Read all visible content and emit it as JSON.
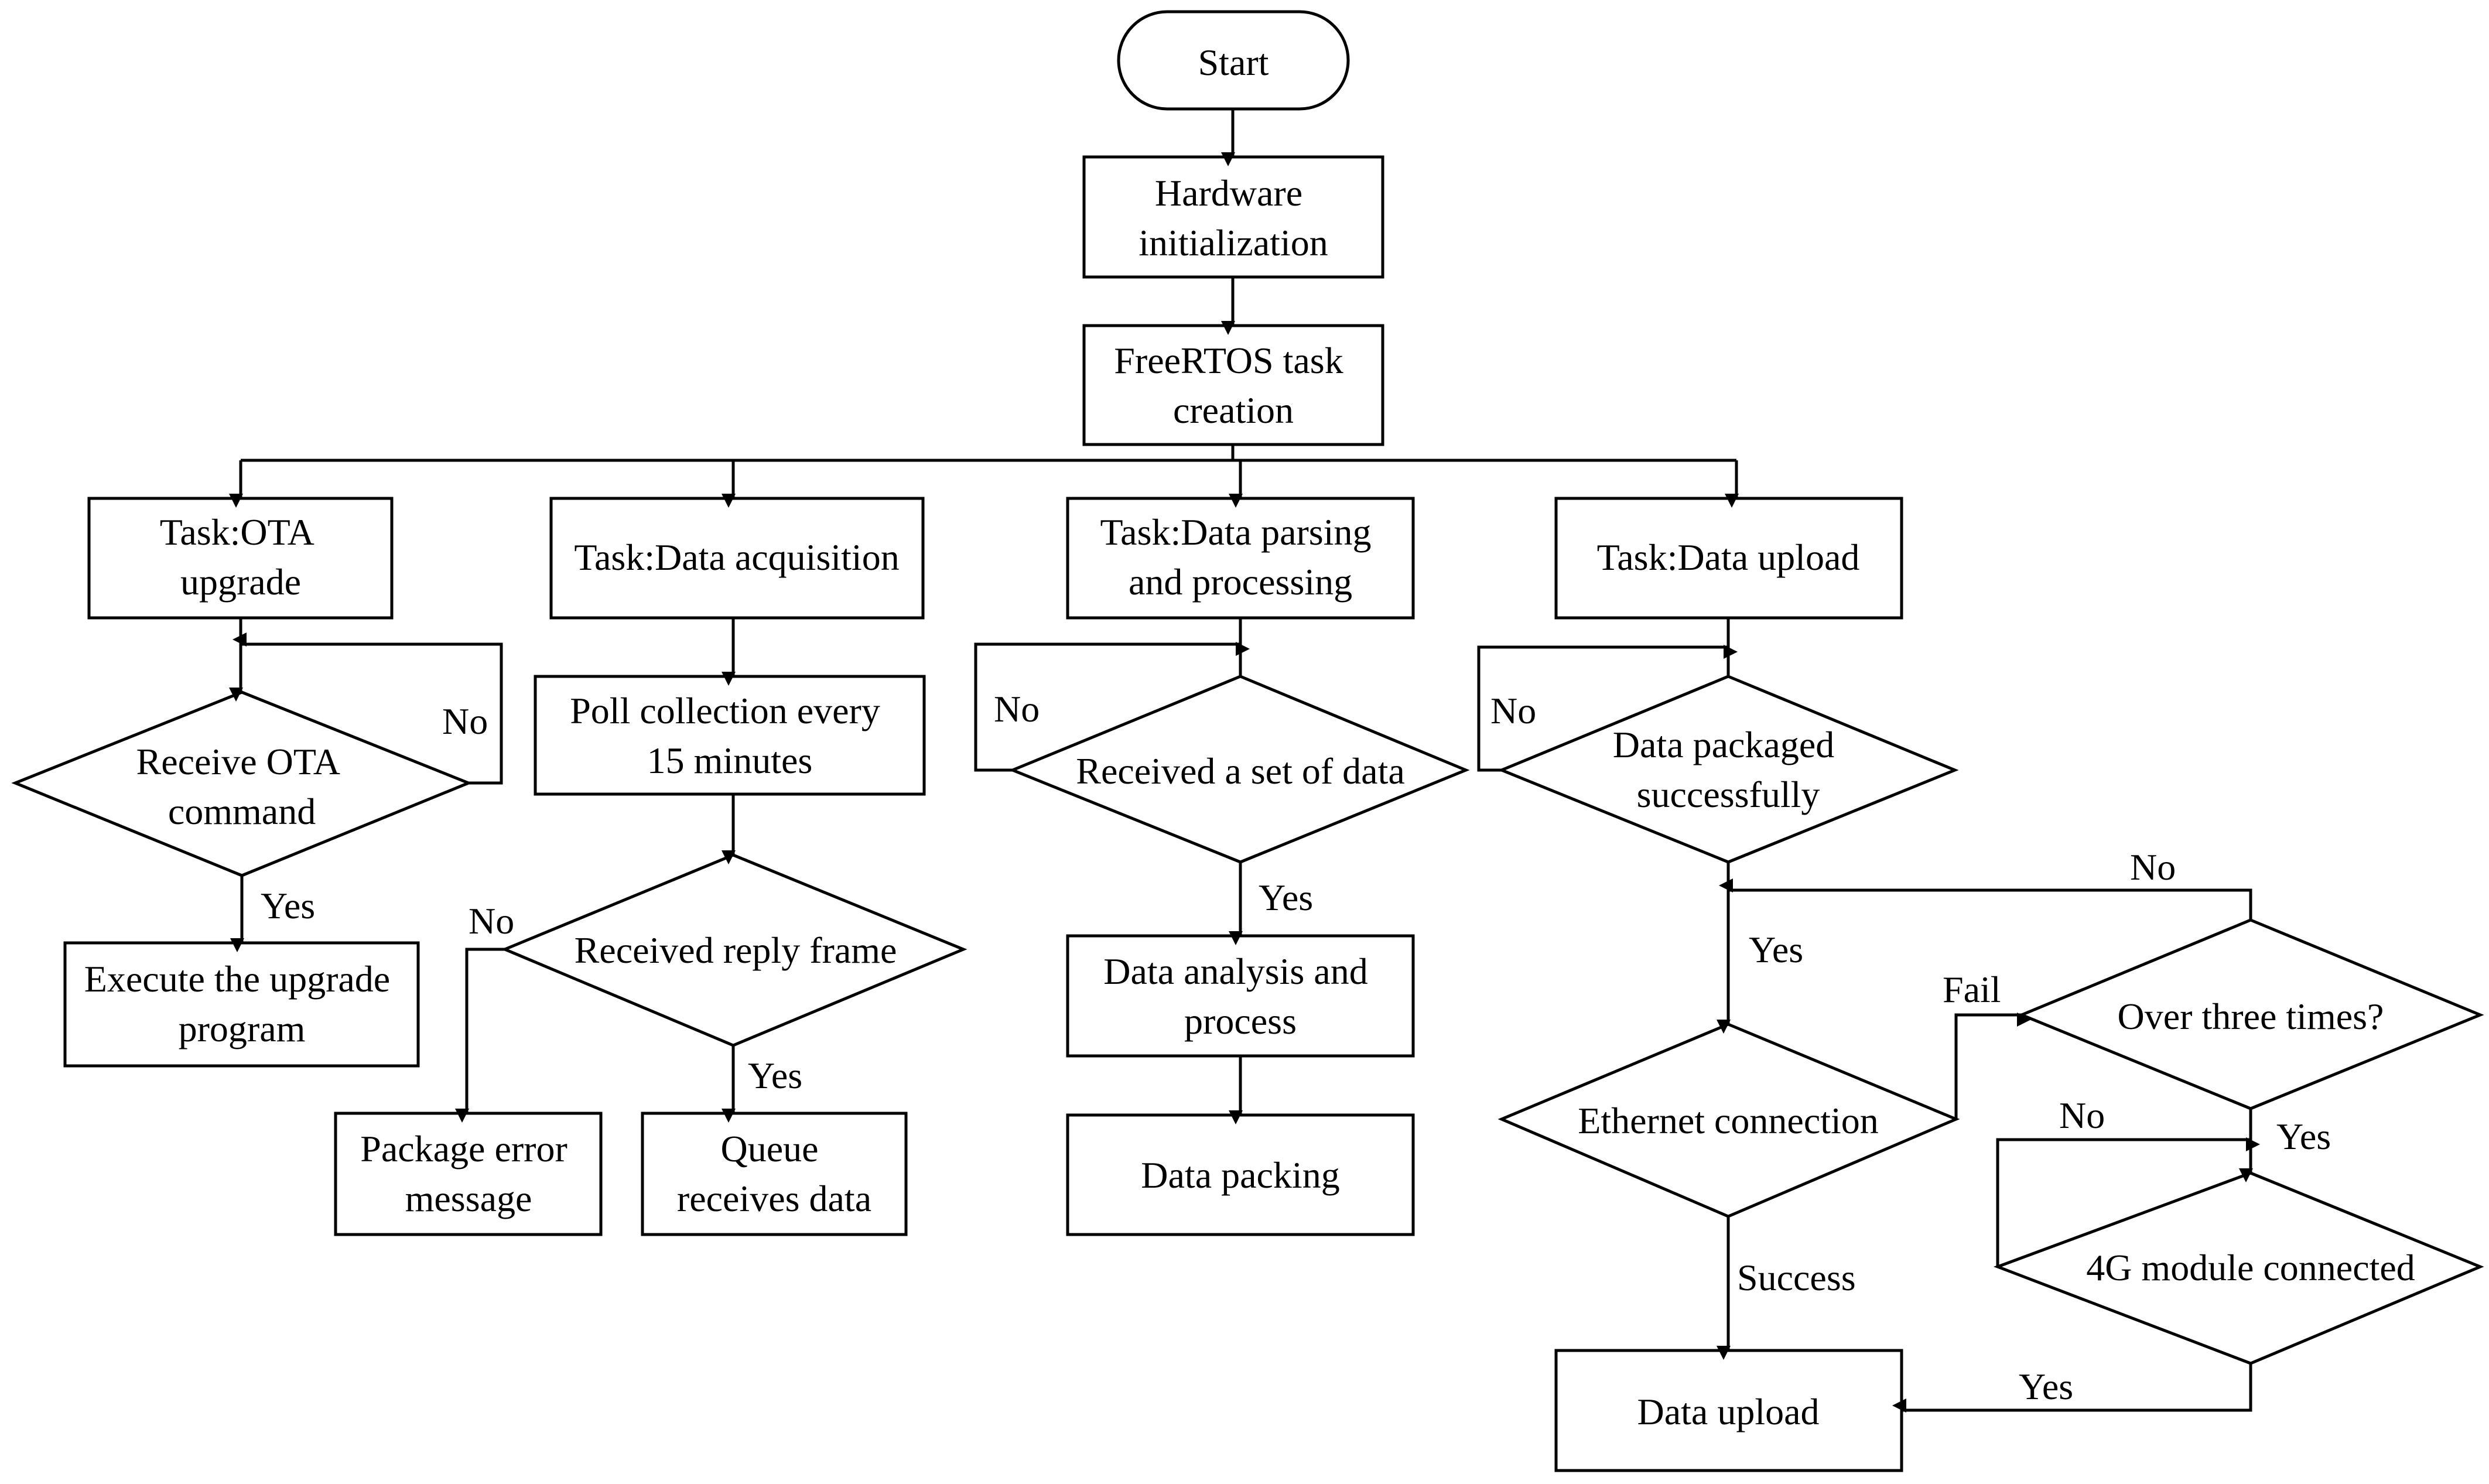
{
  "diagram": {
    "nodes": {
      "start": {
        "lines": [
          "Start"
        ]
      },
      "hw_init": {
        "lines": [
          "Hardware",
          "initialization"
        ]
      },
      "task_create": {
        "lines": [
          "FreeRTOS task",
          "creation"
        ]
      },
      "task_ota": {
        "lines": [
          "Task:OTA",
          "upgrade"
        ]
      },
      "task_acq": {
        "lines": [
          "Task:Data acquisition"
        ]
      },
      "task_parse": {
        "lines": [
          "Task:Data parsing",
          "and processing"
        ]
      },
      "task_upload": {
        "lines": [
          "Task:Data upload"
        ]
      },
      "dec_ota": {
        "lines": [
          "Receive OTA",
          "command"
        ]
      },
      "exec_upgrade": {
        "lines": [
          "Execute the upgrade",
          "program"
        ]
      },
      "poll": {
        "lines": [
          "Poll collection every",
          "15 minutes"
        ]
      },
      "dec_reply": {
        "lines": [
          "Received reply frame"
        ]
      },
      "pkg_error": {
        "lines": [
          "Package error",
          "message"
        ]
      },
      "queue_recv": {
        "lines": [
          "Queue",
          "receives data"
        ]
      },
      "dec_set": {
        "lines": [
          "Received a set of data"
        ]
      },
      "analysis": {
        "lines": [
          "Data analysis and",
          "process"
        ]
      },
      "packing": {
        "lines": [
          "Data packing"
        ]
      },
      "dec_packaged": {
        "lines": [
          "Data packaged",
          "successfully"
        ]
      },
      "dec_ethernet": {
        "lines": [
          "Ethernet connection"
        ]
      },
      "dec_three": {
        "lines": [
          "Over three times?"
        ]
      },
      "dec_4g": {
        "lines": [
          "4G module connected"
        ]
      },
      "data_upload": {
        "lines": [
          "Data upload"
        ]
      }
    },
    "labels": {
      "ota_no": "No",
      "ota_yes": "Yes",
      "reply_no": "No",
      "reply_yes": "Yes",
      "set_no": "No",
      "set_yes": "Yes",
      "packaged_no": "No",
      "packaged_yes": "Yes",
      "three_no": "No",
      "eth_fail": "Fail",
      "three_yes": "Yes",
      "g4_no": "No",
      "eth_success": "Success",
      "g4_yes": "Yes"
    }
  }
}
